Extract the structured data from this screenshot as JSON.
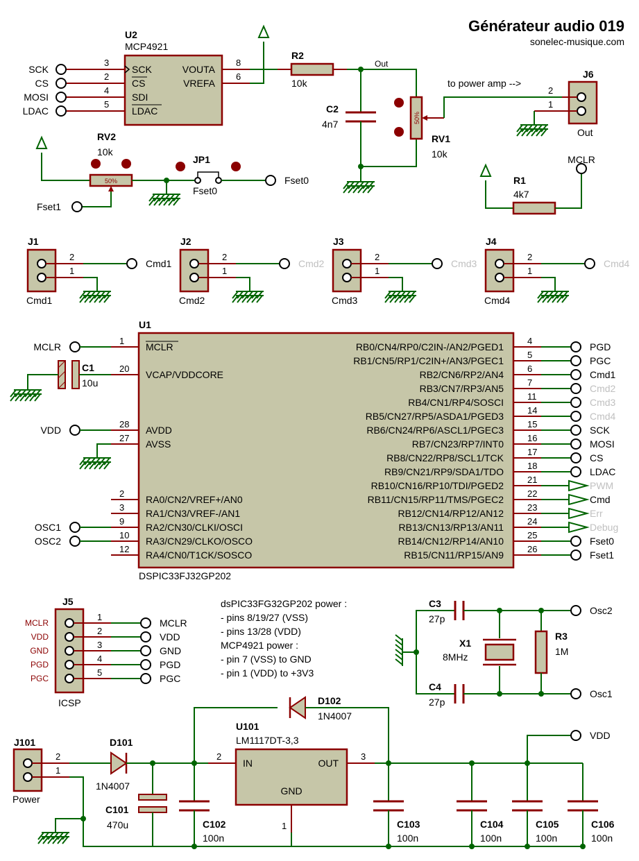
{
  "title": "Générateur audio 019",
  "website": "sonelec-musique.com",
  "u2": {
    "ref": "U2",
    "part": "MCP4921",
    "pins": [
      {
        "num": "3",
        "name": "SCK"
      },
      {
        "num": "2",
        "name": "CS"
      },
      {
        "num": "4",
        "name": "SDI"
      },
      {
        "num": "5",
        "name": "LDAC"
      }
    ],
    "out_pins": [
      {
        "num": "8",
        "name": "VOUTA"
      },
      {
        "num": "6",
        "name": "VREFA"
      }
    ],
    "nets": [
      "SCK",
      "CS",
      "MOSI",
      "LDAC"
    ]
  },
  "r2": {
    "ref": "R2",
    "value": "10k"
  },
  "out_label": "Out",
  "c2": {
    "ref": "C2",
    "value": "4n7"
  },
  "rv1": {
    "ref": "RV1",
    "value": "10k",
    "pos": "50%"
  },
  "to_amp": "to power amp -->",
  "j6": {
    "ref": "J6",
    "pin2": "2",
    "pin1": "1",
    "label": "Out"
  },
  "rv2": {
    "ref": "RV2",
    "value": "10k",
    "pos": "50%"
  },
  "jp1": {
    "ref": "JP1",
    "label": "Fset0"
  },
  "fset0": "Fset0",
  "fset1": "Fset1",
  "r1": {
    "ref": "R1",
    "value": "4k7"
  },
  "mclr": "MCLR",
  "connectors": [
    {
      "ref": "J1",
      "net": "Cmd1",
      "label": "Cmd1",
      "active": true
    },
    {
      "ref": "J2",
      "net": "Cmd2",
      "label": "Cmd2",
      "active": false
    },
    {
      "ref": "J3",
      "net": "Cmd3",
      "label": "Cmd3",
      "active": false
    },
    {
      "ref": "J4",
      "net": "Cmd4",
      "label": "Cmd4",
      "active": false
    }
  ],
  "u1": {
    "ref": "U1",
    "part": "DSPIC33FJ32GP202",
    "left_pins": [
      {
        "num": "1",
        "name": "MCLR",
        "net": "MCLR"
      },
      {
        "num": "20",
        "name": "VCAP/VDDCORE",
        "net": ""
      },
      {
        "num": "28",
        "name": "AVDD",
        "net": "VDD"
      },
      {
        "num": "27",
        "name": "AVSS",
        "net": ""
      },
      {
        "num": "2",
        "name": "RA0/CN2/VREF+/AN0",
        "net": ""
      },
      {
        "num": "3",
        "name": "RA1/CN3/VREF-/AN1",
        "net": ""
      },
      {
        "num": "9",
        "name": "RA2/CN30/CLKI/OSCI",
        "net": "OSC1"
      },
      {
        "num": "10",
        "name": "RA3/CN29/CLKO/OSCO",
        "net": "OSC2"
      },
      {
        "num": "12",
        "name": "RA4/CN0/T1CK/SOSCO",
        "net": ""
      }
    ],
    "right_pins": [
      {
        "num": "4",
        "name": "RB0/CN4/RP0/C2IN-/AN2/PGED1",
        "net": "PGD",
        "grey": false,
        "arrow": false
      },
      {
        "num": "5",
        "name": "RB1/CN5/RP1/C2IN+/AN3/PGEC1",
        "net": "PGC",
        "grey": false,
        "arrow": false
      },
      {
        "num": "6",
        "name": "RB2/CN6/RP2/AN4",
        "net": "Cmd1",
        "grey": false,
        "arrow": false
      },
      {
        "num": "7",
        "name": "RB3/CN7/RP3/AN5",
        "net": "Cmd2",
        "grey": true,
        "arrow": false
      },
      {
        "num": "11",
        "name": "RB4/CN1/RP4/SOSCI",
        "net": "Cmd3",
        "grey": true,
        "arrow": false
      },
      {
        "num": "14",
        "name": "RB5/CN27/RP5/ASDA1/PGED3",
        "net": "Cmd4",
        "grey": true,
        "arrow": false
      },
      {
        "num": "15",
        "name": "RB6/CN24/RP6/ASCL1/PGEC3",
        "net": "SCK",
        "grey": false,
        "arrow": false
      },
      {
        "num": "16",
        "name": "RB7/CN23/RP7/INT0",
        "net": "MOSI",
        "grey": false,
        "arrow": false
      },
      {
        "num": "17",
        "name": "RB8/CN22/RP8/SCL1/TCK",
        "net": "CS",
        "grey": false,
        "arrow": false
      },
      {
        "num": "18",
        "name": "RB9/CN21/RP9/SDA1/TDO",
        "net": "LDAC",
        "grey": false,
        "arrow": false
      },
      {
        "num": "21",
        "name": "RB10/CN16/RP10/TDI/PGED2",
        "net": "PWM",
        "grey": true,
        "arrow": true
      },
      {
        "num": "22",
        "name": "RB11/CN15/RP11/TMS/PGEC2",
        "net": "Cmd",
        "grey": false,
        "arrow": true
      },
      {
        "num": "23",
        "name": "RB12/CN14/RP12/AN12",
        "net": "Err",
        "grey": true,
        "arrow": true
      },
      {
        "num": "24",
        "name": "RB13/CN13/RP13/AN11",
        "net": "Debug",
        "grey": true,
        "arrow": true
      },
      {
        "num": "25",
        "name": "RB14/CN12/RP14/AN10",
        "net": "Fset0",
        "grey": false,
        "arrow": false
      },
      {
        "num": "26",
        "name": "RB15/CN11/RP15/AN9",
        "net": "Fset1",
        "grey": false,
        "arrow": false
      }
    ]
  },
  "c1": {
    "ref": "C1",
    "value": "10u"
  },
  "j5": {
    "ref": "J5",
    "label": "ICSP",
    "pins": [
      {
        "num": "1",
        "name": "MCLR"
      },
      {
        "num": "2",
        "name": "VDD"
      },
      {
        "num": "3",
        "name": "GND"
      },
      {
        "num": "4",
        "name": "PGD"
      },
      {
        "num": "5",
        "name": "PGC"
      }
    ]
  },
  "notes": [
    "dsPIC33FG32GP202 power :",
    "- pins 8/19/27 (VSS)",
    "- pins 13/28 (VDD)",
    "MCP4921 power :",
    "- pin 7 (VSS) to GND",
    "- pin 1 (VDD) to +3V3"
  ],
  "osc": {
    "c3": "C3",
    "c3v": "27p",
    "c4": "C4",
    "c4v": "27p",
    "x1": "X1",
    "x1v": "8MHz",
    "r3": "R3",
    "r3v": "1M",
    "osc2": "Osc2",
    "osc1": "Osc1"
  },
  "power": {
    "j101": "J101",
    "j101_label": "Power",
    "pin2": "2",
    "pin1": "1",
    "d101": "D101",
    "d101v": "1N4007",
    "d102": "D102",
    "d102v": "1N4007",
    "c101": "C101",
    "c101v": "470u",
    "u101": "U101",
    "u101v": "LM1117DT-3,3",
    "in": "IN",
    "out": "OUT",
    "gnd": "GND",
    "pin_in": "2",
    "pin_out": "3",
    "pin_gnd": "1",
    "c102": "C102",
    "c103": "C103",
    "c104": "C104",
    "c105": "C105",
    "c106": "C106",
    "cap_val": "100n",
    "vdd": "VDD"
  },
  "colors": {
    "wire": "#006400",
    "pin": "#8b0000",
    "body": "#c6c6a8",
    "grey_label": "#c0c0c0"
  }
}
